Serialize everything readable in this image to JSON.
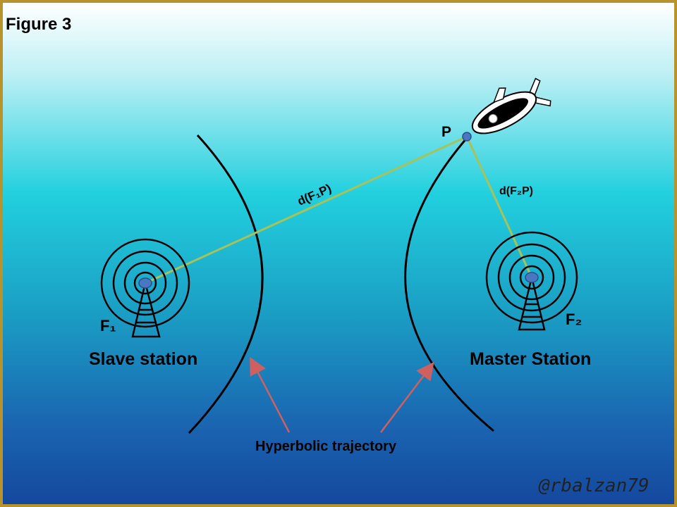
{
  "figure_label": "Figure 3",
  "point_label": "P",
  "distance_f1_label": "d(F₁P)",
  "distance_f2_label": "d(F₂P)",
  "focus1_label": "F₁",
  "focus2_label": "F₂",
  "slave_station_label": "Slave station",
  "master_station_label": "Master Station",
  "trajectory_label": "Hyperbolic trajectory",
  "signature": "@rbalzan79",
  "colors": {
    "background_top": "#ffffff",
    "background_mid": "#22d0de",
    "background_bottom": "#1850a8",
    "frame": "#b8932c",
    "distance_line": "#a8c25a",
    "arrow": "#d06060",
    "node": "#4a78c0",
    "curve": "#000000"
  },
  "icons": [
    "radio-tower-icon",
    "airship-icon"
  ]
}
